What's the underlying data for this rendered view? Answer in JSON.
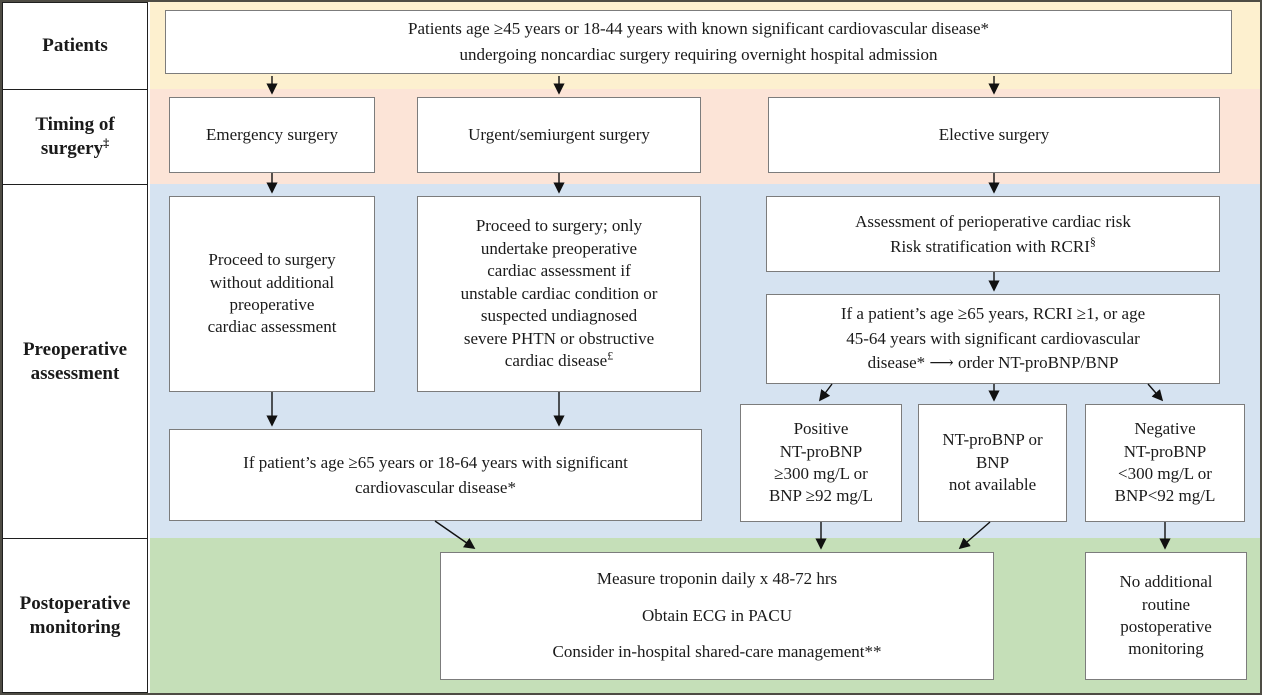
{
  "row_labels": {
    "patients": {
      "label": "Patients",
      "sup": ""
    },
    "timing": {
      "label": "Timing of surgery",
      "sup": "‡"
    },
    "preop": {
      "label": "Preoperative assessment",
      "sup": ""
    },
    "postop": {
      "label": "Postoperative monitoring",
      "sup": ""
    }
  },
  "boxes": {
    "patients": {
      "lines": [
        "Patients age ≥45 years or 18-44 years with known significant cardiovascular disease*",
        "undergoing noncardiac surgery requiring overnight hospital admission"
      ]
    },
    "emergency": {
      "text": "Emergency surgery"
    },
    "urgent": {
      "text": "Urgent/semiurgent surgery"
    },
    "elective": {
      "text": "Elective surgery"
    },
    "proceed_no_assessment": {
      "lines": [
        "Proceed to surgery",
        "without additional",
        "preoperative",
        "cardiac assessment"
      ]
    },
    "proceed_urgent": {
      "lines": [
        "Proceed to surgery; only",
        "undertake preoperative",
        "cardiac assessment if",
        "unstable cardiac condition or",
        "suspected undiagnosed",
        "severe PHTN or obstructive",
        "cardiac disease"
      ],
      "sup": "£"
    },
    "risk_assessment": {
      "line1": "Assessment of perioperative cardiac risk",
      "line2": "Risk stratification with RCRI",
      "line2_sup": "§"
    },
    "order_bnp": {
      "lines": [
        "If a patient’s age ≥65 years, RCRI ≥1, or age",
        "45-64 years with significant cardiovascular",
        "disease* ⟶ order NT-proBNP/BNP"
      ]
    },
    "positive": {
      "lines": [
        "Positive",
        "NT-proBNP",
        "≥300 mg/L or",
        "BNP ≥92 mg/L"
      ]
    },
    "not_available": {
      "lines": [
        "NT-proBNP or",
        "BNP",
        "not available"
      ]
    },
    "negative": {
      "lines": [
        "Negative",
        "NT-proBNP",
        "<300 mg/L or",
        "BNP<92 mg/L"
      ]
    },
    "age65": {
      "lines": [
        "If patient’s age ≥65 years or 18-64 years with significant",
        "cardiovascular disease*"
      ]
    },
    "monitoring": {
      "lines": [
        "Measure troponin daily x 48-72 hrs",
        "Obtain ECG in PACU",
        "Consider in-hospital shared-care management**"
      ]
    },
    "no_additional": {
      "lines": [
        "No additional",
        "routine",
        "postoperative",
        "monitoring"
      ]
    }
  },
  "colors": {
    "band_patients": "#fdf0cf",
    "band_timing": "#fce4d7",
    "band_preop": "#d6e3f1",
    "band_postop": "#c5dfb8",
    "box_border": "#7c7c7c",
    "arrow": "#111111"
  }
}
